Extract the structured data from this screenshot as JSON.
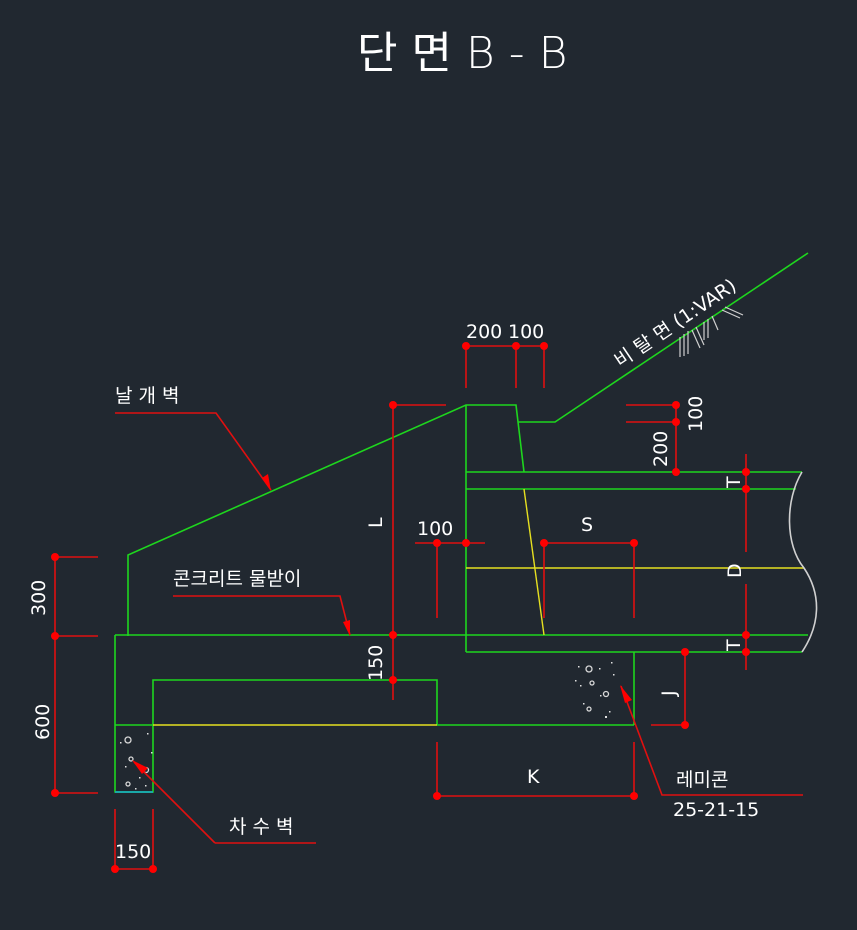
{
  "title": "단 면 B - B",
  "labels": {
    "wing_wall": "날 개 벽",
    "concrete_drip": "콘크리트 물받이",
    "cutoff_wall": "차 수 벽",
    "ready_mix": "레미콘",
    "ready_mix_spec": "25-21-15",
    "slope": "비 탈 면 (1:VAR)"
  },
  "dimensions": {
    "top_200": "200",
    "top_100": "100",
    "right_100": "100",
    "right_200": "200",
    "L": "L",
    "inner_100": "100",
    "S": "S",
    "T_top": "T",
    "D": "D",
    "T_bottom": "T",
    "J": "J",
    "K": "K",
    "left_300": "300",
    "left_600": "600",
    "mid_150": "150",
    "bottom_150": "150"
  },
  "colors": {
    "background": "#212830",
    "structure": "#1ed61e",
    "centerline": "#e6e020",
    "dimension": "#e01010",
    "text": "#ffffff"
  }
}
